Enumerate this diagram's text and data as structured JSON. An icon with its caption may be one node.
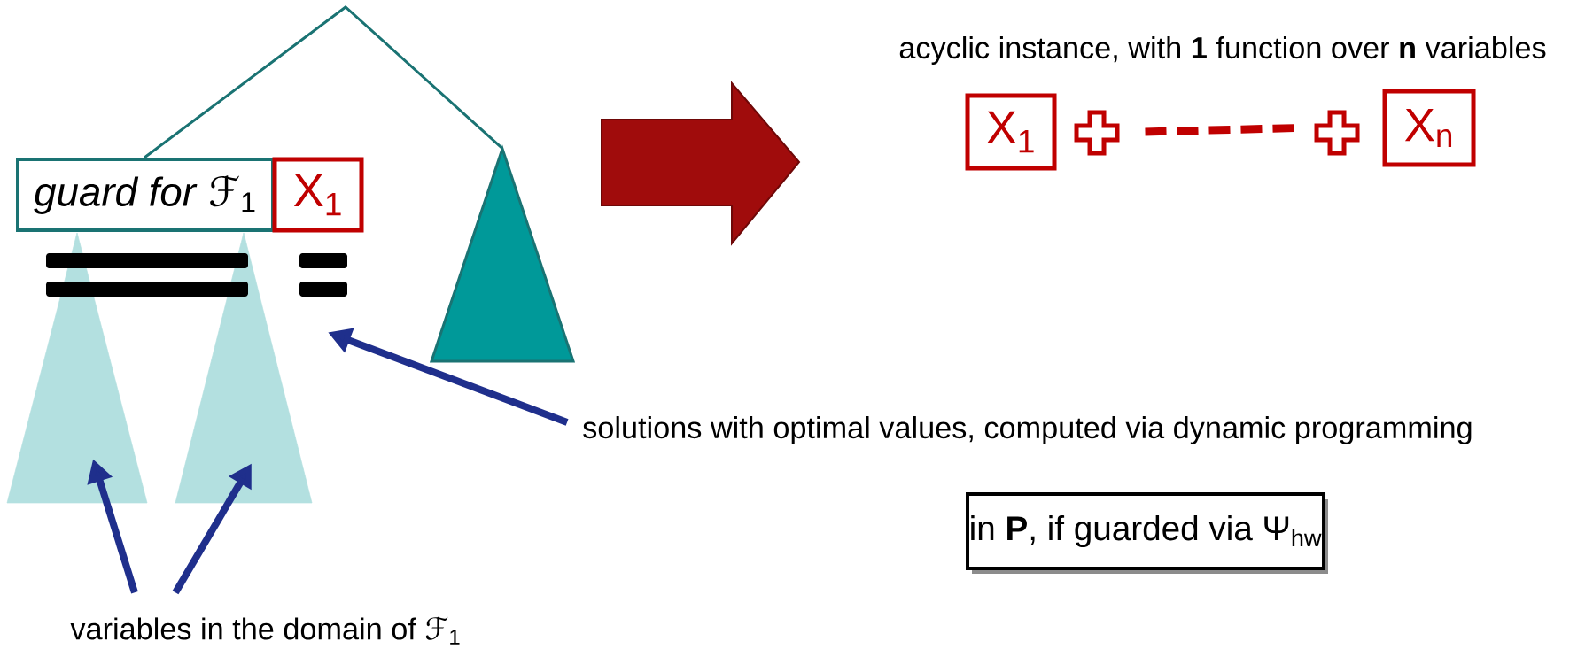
{
  "diagram": {
    "nodes": [
      {
        "text": [
          "*guard for* ℱ$_{1}$"
        ]
      },
      {
        "text": [
          "X$_{1}$"
        ]
      },
      {
        "text": [],
        "shape": "triangle"
      },
      {
        "text": [],
        "shape": "triangle"
      },
      {
        "text": [],
        "shape": "triangle"
      },
      {
        "text": [],
        "shape": "bar"
      },
      {
        "text": [
          "X$_{1}$"
        ]
      },
      {
        "text": [
          "X$_{n}$"
        ]
      },
      {
        "text": [
          "solutions with optimal values, computed via dynamic programming"
        ]
      },
      {
        "text": [
          "variables in the domain of ℱ$_{1}$"
        ]
      },
      {
        "text": [
          "in **P**, if guarded via Ψ$_{hw}$"
        ]
      }
    ],
    "edges": [
      {
        "from": 0,
        "to": 4,
        "arrow": "none",
        "color": "#1a7373"
      },
      {
        "from": 6,
        "to": 7,
        "arrow": "none",
        "style": "dashed",
        "color": "#c00000"
      },
      {
        "from": 8,
        "to": 5,
        "arrow": "to",
        "color": "#1f2f8c"
      },
      {
        "from": 9,
        "to": 2,
        "arrow": "to",
        "color": "#1f2f8c"
      },
      {
        "from": 9,
        "to": 3,
        "arrow": "to",
        "color": "#1f2f8c"
      }
    ],
    "labels": [
      "acyclic instance, with **1** function over **n** variables"
    ]
  }
}
